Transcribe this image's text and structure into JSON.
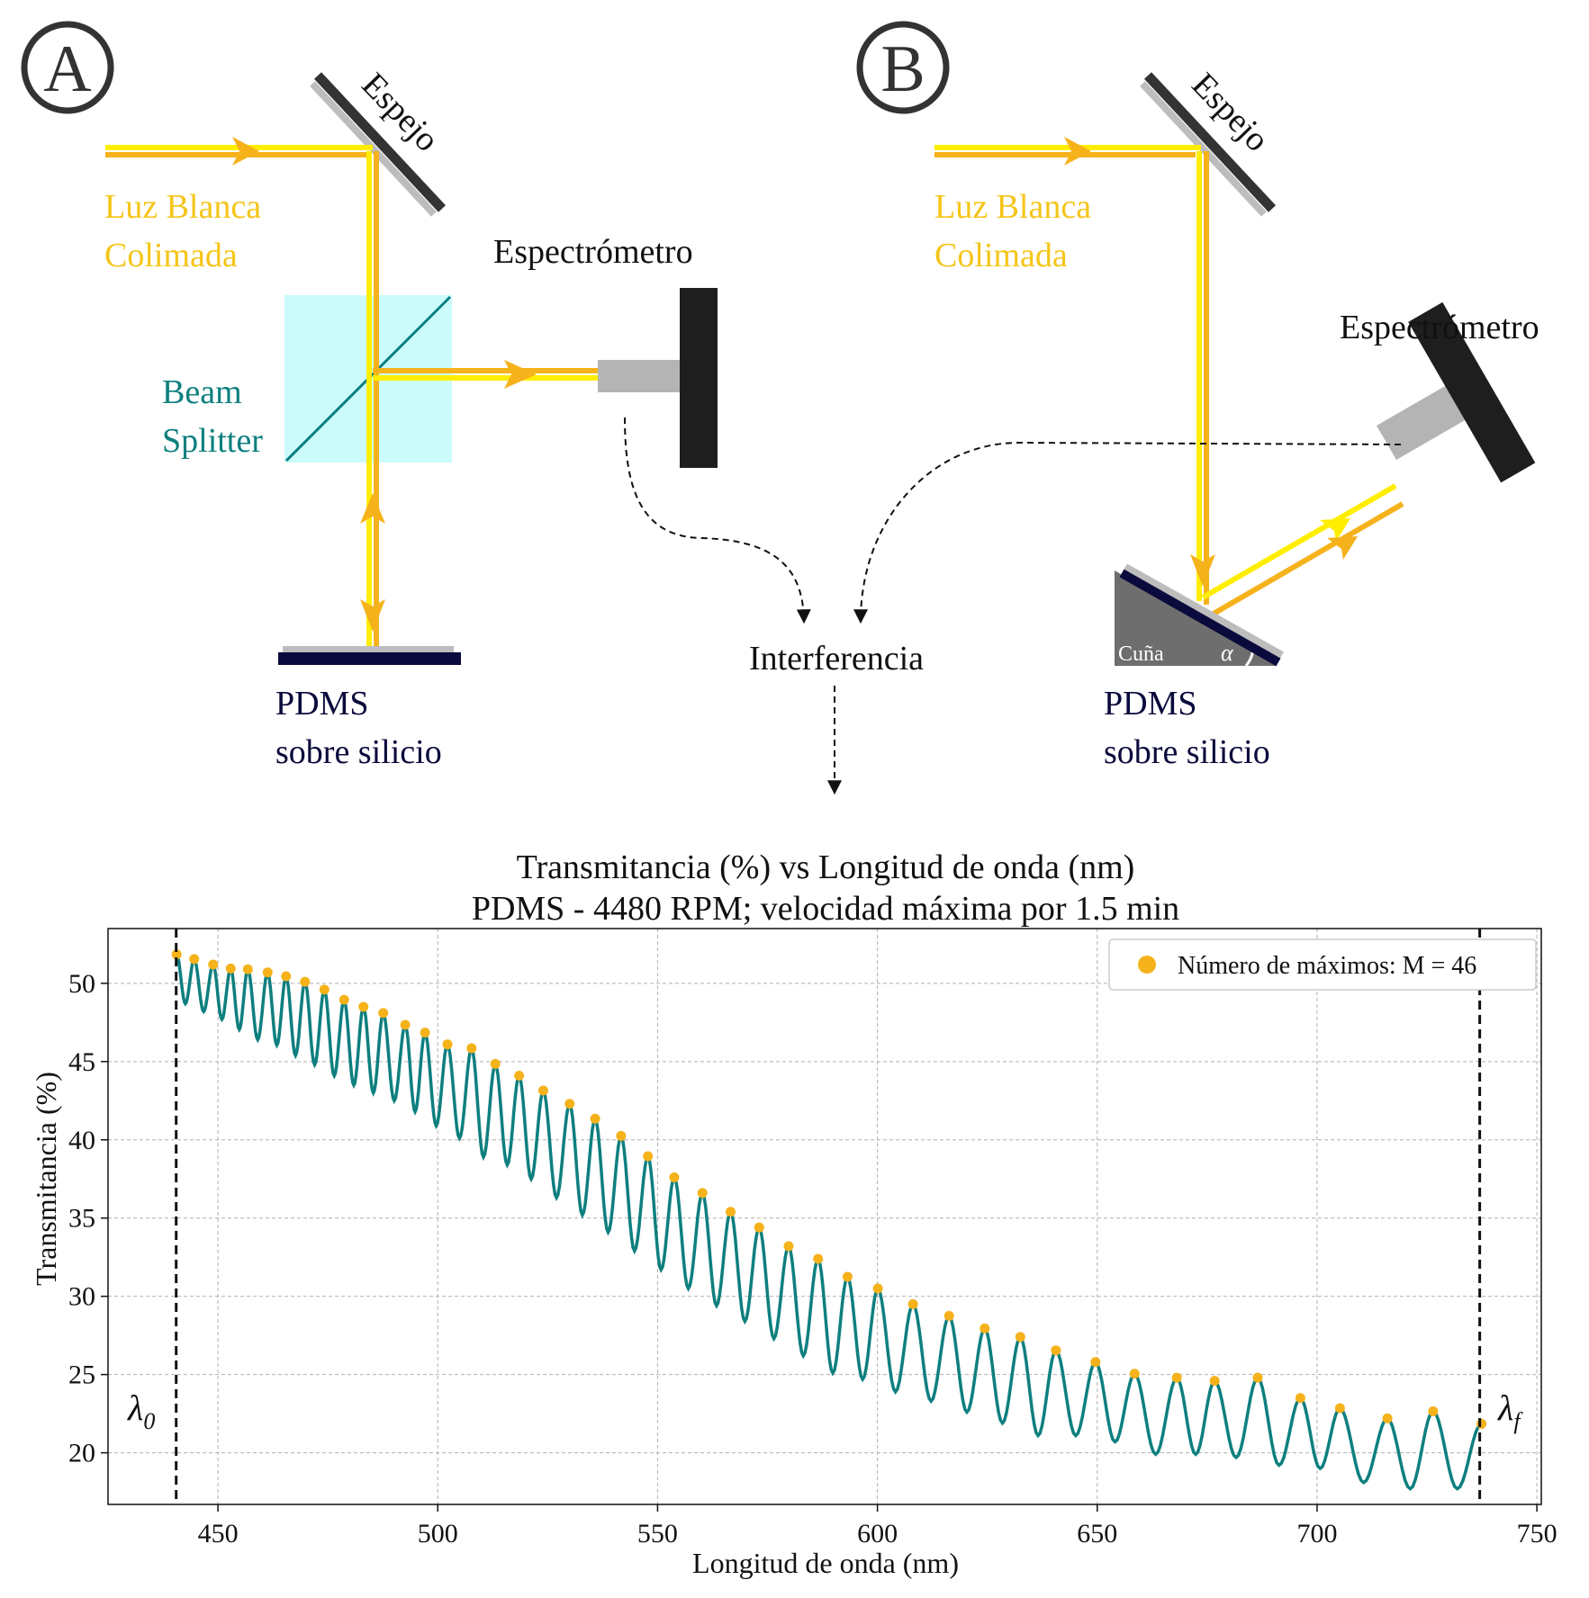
{
  "colors": {
    "yellow": "#ffee00",
    "orange": "#f5b21b",
    "label_yellow": "#f5c518",
    "teal": "#0e7f7f",
    "beam_splitter_fill": "#ccfbfc",
    "navy": "#0a0a3c",
    "mirror_dark": "#333333",
    "mirror_light": "#bdbdbd",
    "spectrometer_dark": "#1e1e1e",
    "spectrometer_gray": "#b4b4b4",
    "wedge_gray": "#6e6e6e",
    "grid": "#b0b0b0"
  },
  "panel_a": {
    "marker": "A",
    "mirror_label": "Espejo",
    "light_label_line1": "Luz Blanca",
    "light_label_line2": "Colimada",
    "beam_splitter_line1": "Beam",
    "beam_splitter_line2": "Splitter",
    "spectrometer_label": "Espectrómetro",
    "sample_line1": "PDMS",
    "sample_line2": "sobre silicio"
  },
  "panel_b": {
    "marker": "B",
    "mirror_label": "Espejo",
    "light_label_line1": "Luz Blanca",
    "light_label_line2": "Colimada",
    "spectrometer_label": "Espectrómetro",
    "wedge_label": "Cuña",
    "angle_symbol": "α",
    "sample_line1": "PDMS",
    "sample_line2": "sobre silicio"
  },
  "interference_label": "Interferencia",
  "chart_data": {
    "type": "line",
    "title_line1": "Transmitancia (%) vs Longitud de onda (nm)",
    "title_line2": "PDMS - 4480 RPM; velocidad máxima por 1.5 min",
    "xlabel": "Longitud de onda (nm)",
    "ylabel": "Transmitancia (%)",
    "xlim": [
      425,
      751
    ],
    "ylim": [
      16.7,
      53.5
    ],
    "xticks": [
      450,
      500,
      550,
      600,
      650,
      700,
      750
    ],
    "yticks": [
      20,
      25,
      30,
      35,
      40,
      45,
      50
    ],
    "grid": true,
    "grid_style": "dashed",
    "legend_position": "top-right",
    "legend_label": "Número de máximos: M = 46",
    "lambda0_label": "λ",
    "lambda0_sub": "0",
    "lambdaf_label": "λ",
    "lambdaf_sub": "f",
    "lambda0_x": 440.5,
    "lambdaf_x": 737.0,
    "series": [
      {
        "name": "Número de máximos: M = 46",
        "kind": "maxima",
        "color": "#f5b21b",
        "x": [
          440.6,
          444.6,
          448.9,
          452.9,
          456.8,
          461.3,
          465.5,
          469.8,
          474.2,
          478.7,
          483.1,
          487.6,
          492.6,
          497.1,
          502.2,
          507.7,
          513.1,
          518.5,
          524.0,
          530.0,
          535.8,
          541.7,
          547.8,
          553.8,
          560.2,
          566.6,
          573.1,
          579.8,
          586.5,
          593.2,
          600.1,
          608.1,
          616.3,
          624.4,
          632.5,
          640.6,
          649.6,
          658.5,
          668.1,
          676.7,
          686.5,
          696.2,
          705.2,
          716.0,
          726.4,
          737.4
        ],
        "y": [
          51.85,
          51.55,
          51.2,
          50.95,
          50.9,
          50.7,
          50.45,
          50.1,
          49.6,
          48.95,
          48.5,
          48.1,
          47.35,
          46.85,
          46.1,
          45.85,
          44.85,
          44.1,
          43.15,
          42.3,
          41.35,
          40.25,
          38.95,
          37.6,
          36.6,
          35.4,
          34.4,
          33.2,
          32.4,
          31.25,
          30.5,
          29.5,
          28.75,
          27.95,
          27.4,
          26.55,
          25.8,
          25.05,
          24.8,
          24.6,
          24.8,
          23.5,
          22.85,
          22.2,
          22.65,
          21.85
        ]
      },
      {
        "name": "",
        "kind": "minima",
        "color": "#0e7f7f",
        "y": [
          48.7,
          48.2,
          47.7,
          47.05,
          46.4,
          46.05,
          45.4,
          44.8,
          44.1,
          43.5,
          43.0,
          42.5,
          41.8,
          40.9,
          40.1,
          38.9,
          38.4,
          37.5,
          36.3,
          35.2,
          34.1,
          32.9,
          31.7,
          30.5,
          29.4,
          28.4,
          27.3,
          26.2,
          25.1,
          24.7,
          23.9,
          23.3,
          22.6,
          21.9,
          21.1,
          21.1,
          20.7,
          19.9,
          19.9,
          19.7,
          19.2,
          19.0,
          18.1,
          17.7,
          17.7
        ]
      }
    ]
  }
}
